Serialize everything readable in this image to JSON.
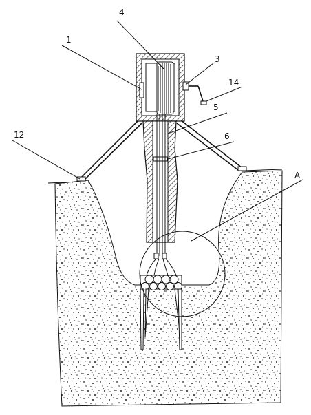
{
  "figure": {
    "labels": [
      {
        "id": "1",
        "text": "1"
      },
      {
        "id": "4",
        "text": "4"
      },
      {
        "id": "3",
        "text": "3"
      },
      {
        "id": "14",
        "text": "14"
      },
      {
        "id": "5",
        "text": "5"
      },
      {
        "id": "6",
        "text": "6"
      },
      {
        "id": "12",
        "text": "12"
      },
      {
        "id": "A",
        "text": "A"
      }
    ]
  }
}
